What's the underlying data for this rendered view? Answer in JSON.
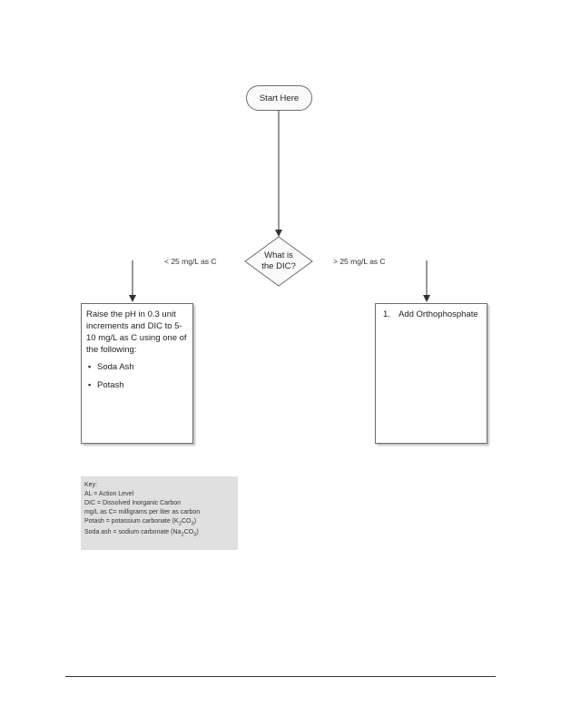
{
  "start": {
    "label": "Start Here"
  },
  "decision": {
    "line1": "What is",
    "line2": "the DIC?"
  },
  "branches": {
    "left_label": "< 25 mg/L as C",
    "right_label": "> 25 mg/L as C"
  },
  "left_box": {
    "text": "Raise the pH in 0.3 unit increments and DIC to 5-10 mg/L as C using one of the following:",
    "items": [
      "Soda Ash",
      "Potash"
    ]
  },
  "right_box": {
    "step_number": "1.",
    "step_text": "Add Orthophosphate"
  },
  "key": {
    "title": "Key:",
    "lines": [
      "AL = Action Level",
      "DIC = Dissolved Inorganic Carbon",
      "mg/L as C= milligrams per liter as carbon"
    ],
    "potash": {
      "prefix": "Potash = potassium carbonate (K",
      "sub1": "2",
      "mid": "CO",
      "sub2": "3",
      "suffix": ")"
    },
    "soda": {
      "prefix": "Soda ash = sodium carbonate (Na",
      "sub1": "2",
      "mid": "CO",
      "sub2": "3",
      "suffix": ")"
    }
  },
  "colors": {
    "line": "#333333",
    "box_border": "#6d6d6d",
    "key_background": "#e0e0e0"
  }
}
